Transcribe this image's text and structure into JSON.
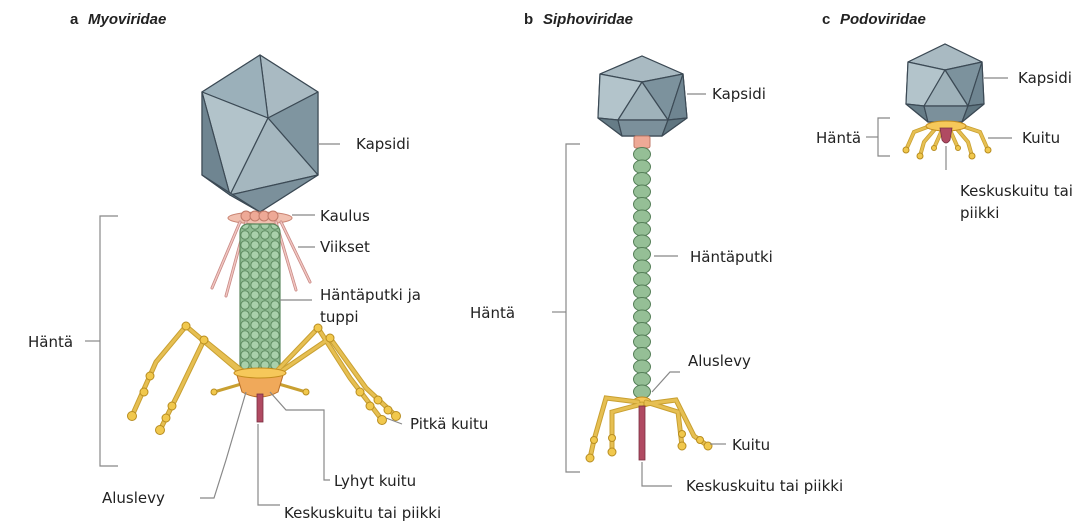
{
  "panels": {
    "a": {
      "letter": "a",
      "name": "Myoviridae",
      "labels": {
        "capsid": "Kapsidi",
        "collar": "Kaulus",
        "whiskers": "Viikset",
        "tube_sheath_1": "Häntäputki ja",
        "tube_sheath_2": "tuppi",
        "tail": "Häntä",
        "long_fiber": "Pitkä kuitu",
        "short_fiber": "Lyhyt kuitu",
        "baseplate": "Aluslevy",
        "spike": "Keskuskuitu tai piikki"
      }
    },
    "b": {
      "letter": "b",
      "name": "Siphoviridae",
      "labels": {
        "capsid": "Kapsidi",
        "tail_tube": "Häntäputki",
        "tail": "Häntä",
        "baseplate": "Aluslevy",
        "fiber": "Kuitu",
        "spike": "Keskuskuitu tai piikki"
      }
    },
    "c": {
      "letter": "c",
      "name": "Podoviridae",
      "labels": {
        "capsid": "Kapsidi",
        "tail": "Häntä",
        "fiber": "Kuitu",
        "spike_1": "Keskuskuitu tai",
        "spike_2": "piikki"
      }
    }
  },
  "colors": {
    "capsid": "#8fa3ad",
    "capsid_dark": "#6d828c",
    "capsid_light": "#aebfc7",
    "tail": "#95bf96",
    "collar": "#eea996",
    "fiber": "#e6bf52",
    "spike": "#b04a62"
  }
}
